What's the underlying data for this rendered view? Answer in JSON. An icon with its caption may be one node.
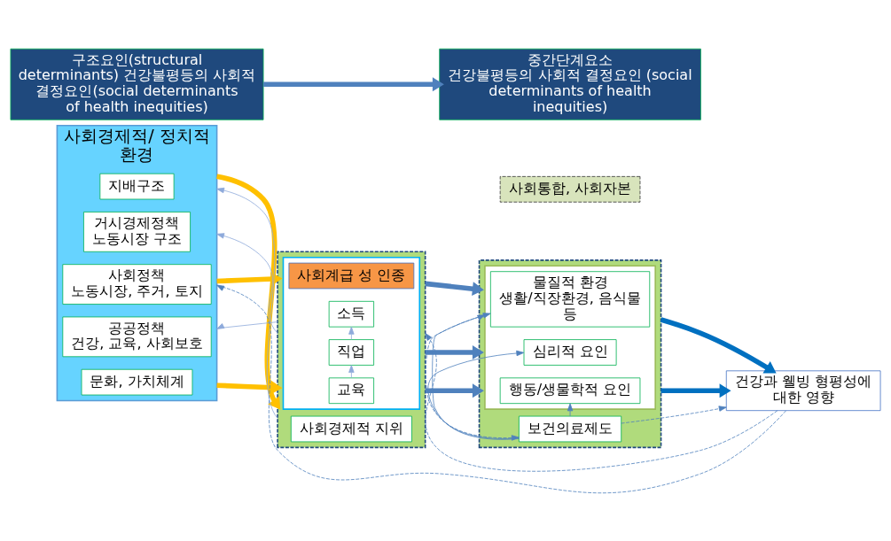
{
  "diagram": {
    "nodes": [
      {
        "text": [
          "사회경제적/ 정치적 환경"
        ]
      },
      {
        "text": [
          "지배구조"
        ],
        "in": 0
      },
      {
        "text": [
          "거시경제정책",
          "노동시장 구조"
        ],
        "in": 0
      },
      {
        "text": [
          "사회정책",
          "노동시장, 주거, 토지"
        ],
        "in": 0
      },
      {
        "text": [
          "공공정책",
          "건강, 교육, 사회보호"
        ],
        "in": 0
      },
      {
        "text": [
          "문화, 가치체계"
        ],
        "in": 0
      },
      {
        "text": [],
        "shape": "box"
      },
      {
        "text": [
          "사회경제적 지위"
        ],
        "in": 6
      },
      {
        "text": [],
        "shape": "box",
        "in": 6
      },
      {
        "text": [
          "사회계급 성 인종"
        ],
        "in": 8
      },
      {
        "text": [
          "교육"
        ],
        "in": 8
      },
      {
        "text": [
          "직업"
        ],
        "in": 8
      },
      {
        "text": [
          "소득"
        ],
        "in": 8
      },
      {
        "text": [],
        "shape": "box"
      },
      {
        "text": [],
        "shape": "box",
        "in": 13
      },
      {
        "text": [
          "물질적 환경",
          "생활/직장환경, 음식물 등"
        ],
        "in": 14
      },
      {
        "text": [
          "행동/생물학적 요인"
        ],
        "in": 14
      },
      {
        "text": [
          "심리적 요인"
        ],
        "in": 14
      },
      {
        "text": [
          "보건의료제도"
        ],
        "in": 13
      },
      {
        "text": [
          "사회통합, 사회자본"
        ]
      },
      {
        "text": [
          "건강과 웰빙 형평성에 대한 영향"
        ]
      },
      {
        "text": [
          "구조요인(structural determinants) 건강불평등의 사회적 결정요인(social determinants of health inequities)"
        ]
      },
      {
        "text": [
          "중간단계요소",
          "건강불평등의 사회적 결정요인 (social determinants of health inequities)"
        ]
      }
    ],
    "edges": [
      {
        "from": 0,
        "to": 6,
        "arrow": "to",
        "style": "thick",
        "color": "#ffc000"
      },
      {
        "from": 0,
        "to": 6,
        "arrow": "to",
        "style": "thick",
        "color": "#ffc000"
      },
      {
        "from": 0,
        "to": 6,
        "arrow": "to",
        "style": "thick",
        "color": "#ffc000"
      },
      {
        "from": 6,
        "to": 0,
        "arrow": "to",
        "color": "#8eaadb"
      },
      {
        "from": 6,
        "to": 0,
        "arrow": "to",
        "color": "#8eaadb"
      },
      {
        "from": 6,
        "to": 0,
        "arrow": "to",
        "color": "#8eaadb"
      },
      {
        "from": 6,
        "to": 13,
        "arrow": "to",
        "style": "thick"
      },
      {
        "from": 6,
        "to": 13,
        "arrow": "to",
        "style": "thick"
      },
      {
        "from": 6,
        "to": 13,
        "arrow": "to",
        "style": "thick"
      },
      {
        "from": 10,
        "to": 11,
        "arrow": "to",
        "color": "#8eaadb"
      },
      {
        "from": 11,
        "to": 12,
        "arrow": "to",
        "color": "#8eaadb"
      },
      {
        "from": 18,
        "to": 15,
        "arrow": "to"
      },
      {
        "from": 18,
        "to": 16,
        "arrow": "to"
      },
      {
        "from": 18,
        "to": 17,
        "arrow": "to"
      },
      {
        "from": 18,
        "to": 14,
        "arrow": "both",
        "style": "dashed"
      },
      {
        "from": 13,
        "to": 20,
        "arrow": "to",
        "style": "thick",
        "color": "#0070c0"
      },
      {
        "from": 13,
        "to": 20,
        "arrow": "to",
        "style": "thick",
        "color": "#0070c0"
      },
      {
        "from": 18,
        "to": 20,
        "arrow": "to",
        "style": "dashed"
      },
      {
        "from": 20,
        "to": 6,
        "arrow": "to",
        "style": "dashed"
      },
      {
        "from": 20,
        "to": 0,
        "arrow": "to",
        "style": "dashed"
      },
      {
        "from": 21,
        "to": 22,
        "arrow": "to",
        "style": "thick"
      }
    ]
  }
}
